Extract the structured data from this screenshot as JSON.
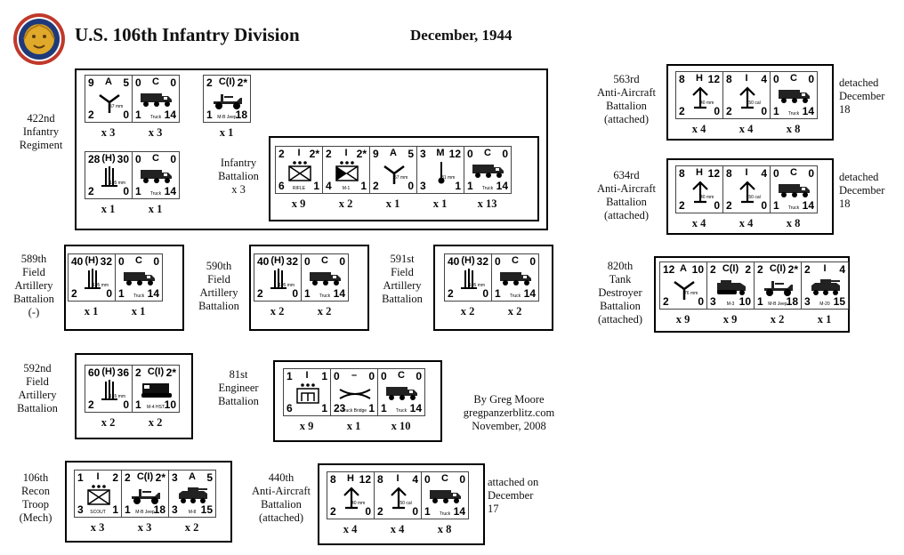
{
  "header": {
    "title": "U.S. 106th Infantry Division",
    "date": "December, 1944"
  },
  "credit": {
    "line1": "By Greg Moore",
    "line2": "gregpanzerblitz.com",
    "line3": "November, 2008"
  },
  "labels": {
    "l422": [
      "422nd",
      "Infantry",
      "Regiment"
    ],
    "linf": [
      "Infantry",
      "Battalion",
      "x 3"
    ],
    "l589": [
      "589th",
      "Field",
      "Artillery",
      "Battalion",
      "(-)"
    ],
    "l590": [
      "590th",
      "Field",
      "Artillery",
      "Battalion"
    ],
    "l591": [
      "591st",
      "Field",
      "Artillery",
      "Battalion"
    ],
    "l592": [
      "592nd",
      "Field",
      "Artillery",
      "Battalion"
    ],
    "l81": [
      "81st",
      "Engineer",
      "Battalion"
    ],
    "l106": [
      "106th",
      "Recon",
      "Troop",
      "(Mech)"
    ],
    "l440": [
      "440th",
      "Anti-Aircraft",
      "Battalion",
      "(attached)"
    ],
    "l440n": [
      "attached on",
      "December",
      "17"
    ],
    "l563": [
      "563rd",
      "Anti-Aircraft",
      "Battalion",
      "(attached)"
    ],
    "l563n": [
      "detached",
      "December",
      "18"
    ],
    "l634": [
      "634rd",
      "Anti-Aircraft",
      "Battalion",
      "(attached)"
    ],
    "l634n": [
      "detached",
      "December",
      "18"
    ],
    "l820": [
      "820th",
      "Tank",
      "Destroyer",
      "Battalion",
      "(attached)"
    ]
  },
  "groups": {
    "g422a": {
      "counters": [
        {
          "tl": "9",
          "tc": "A",
          "tr": "5",
          "bl": "2",
          "bc": "",
          "br": "0",
          "sym": "at",
          "sub": "57 mm"
        },
        {
          "tl": "0",
          "tc": "C",
          "tr": "0",
          "bl": "1",
          "bc": "Truck",
          "br": "14",
          "sym": "truck"
        }
      ],
      "qty": [
        "x 3",
        "x 3"
      ]
    },
    "g422b": {
      "counters": [
        {
          "tl": "2",
          "tc": "C(I)",
          "tr": "2*",
          "bl": "1",
          "bc": "M-B Jeep",
          "br": "18",
          "sym": "jeep"
        }
      ],
      "qty": [
        "x 1"
      ]
    },
    "g422c": {
      "counters": [
        {
          "tl": "28",
          "tc": "(H)",
          "tr": "30",
          "bl": "2",
          "bc": "",
          "br": "0",
          "sym": "how",
          "sub": "105 mm"
        },
        {
          "tl": "0",
          "tc": "C",
          "tr": "0",
          "bl": "1",
          "bc": "Truck",
          "br": "14",
          "sym": "truck"
        }
      ],
      "qty": [
        "x 1",
        "x 1"
      ]
    },
    "ginf": {
      "counters": [
        {
          "tl": "2",
          "tc": "I",
          "tr": "2*",
          "bl": "6",
          "bc": "RIFLE",
          "br": "1",
          "sym": "inf"
        },
        {
          "tl": "2",
          "tc": "I",
          "tr": "2*",
          "bl": "4",
          "bc": "M-1",
          "br": "1",
          "sym": "mg"
        },
        {
          "tl": "9",
          "tc": "A",
          "tr": "5",
          "bl": "2",
          "bc": "",
          "br": "0",
          "sym": "at",
          "sub": "57 mm"
        },
        {
          "tl": "3",
          "tc": "M",
          "tr": "12",
          "bl": "3",
          "bc": "",
          "br": "1",
          "sym": "mortar",
          "sub": "81 mm"
        },
        {
          "tl": "0",
          "tc": "C",
          "tr": "0",
          "bl": "1",
          "bc": "Truck",
          "br": "14",
          "sym": "truck"
        }
      ],
      "qty": [
        "x 9",
        "x 2",
        "x 1",
        "x 1",
        "x 13"
      ]
    },
    "g589": {
      "counters": [
        {
          "tl": "40",
          "tc": "(H)",
          "tr": "32",
          "bl": "2",
          "bc": "",
          "br": "0",
          "sym": "how",
          "sub": "105 mm"
        },
        {
          "tl": "0",
          "tc": "C",
          "tr": "0",
          "bl": "1",
          "bc": "Truck",
          "br": "14",
          "sym": "truck"
        }
      ],
      "qty": [
        "x 1",
        "x 1"
      ]
    },
    "g590": {
      "counters": [
        {
          "tl": "40",
          "tc": "(H)",
          "tr": "32",
          "bl": "2",
          "bc": "",
          "br": "0",
          "sym": "how",
          "sub": "105 mm"
        },
        {
          "tl": "0",
          "tc": "C",
          "tr": "0",
          "bl": "1",
          "bc": "Truck",
          "br": "14",
          "sym": "truck"
        }
      ],
      "qty": [
        "x 2",
        "x 2"
      ]
    },
    "g591": {
      "counters": [
        {
          "tl": "40",
          "tc": "(H)",
          "tr": "32",
          "bl": "2",
          "bc": "",
          "br": "0",
          "sym": "how",
          "sub": "105 mm"
        },
        {
          "tl": "0",
          "tc": "C",
          "tr": "0",
          "bl": "1",
          "bc": "Truck",
          "br": "14",
          "sym": "truck"
        }
      ],
      "qty": [
        "x 2",
        "x 2"
      ]
    },
    "g592": {
      "counters": [
        {
          "tl": "60",
          "tc": "(H)",
          "tr": "36",
          "bl": "2",
          "bc": "",
          "br": "0",
          "sym": "how",
          "sub": "155 mm"
        },
        {
          "tl": "2",
          "tc": "C(I)",
          "tr": "2*",
          "bl": "1",
          "bc": "M-4 HST",
          "br": "10",
          "sym": "tractor"
        }
      ],
      "qty": [
        "x 2",
        "x 2"
      ]
    },
    "g81": {
      "counters": [
        {
          "tl": "1",
          "tc": "I",
          "tr": "1",
          "bl": "6",
          "bc": "",
          "br": "1",
          "sym": "eng"
        },
        {
          "tl": "0",
          "tc": "–",
          "tr": "0",
          "bl": "23",
          "bc": "Truck Bridge",
          "br": "1",
          "sym": "bridge"
        },
        {
          "tl": "0",
          "tc": "C",
          "tr": "0",
          "bl": "1",
          "bc": "Truck",
          "br": "14",
          "sym": "truck"
        }
      ],
      "qty": [
        "x 9",
        "x 1",
        "x 10"
      ]
    },
    "g106": {
      "counters": [
        {
          "tl": "1",
          "tc": "I",
          "tr": "2",
          "bl": "3",
          "bc": "SCOUT",
          "br": "1",
          "sym": "inf"
        },
        {
          "tl": "2",
          "tc": "C(I)",
          "tr": "2*",
          "bl": "1",
          "bc": "M-B Jeep",
          "br": "18",
          "sym": "jeep"
        },
        {
          "tl": "3",
          "tc": "A",
          "tr": "5",
          "bl": "3",
          "bc": "M-8",
          "br": "15",
          "sym": "armcar"
        }
      ],
      "qty": [
        "x 3",
        "x 3",
        "x 2"
      ]
    },
    "g440": {
      "counters": [
        {
          "tl": "8",
          "tc": "H",
          "tr": "12",
          "bl": "2",
          "bc": "",
          "br": "0",
          "sym": "aa",
          "sub": "40 mm"
        },
        {
          "tl": "8",
          "tc": "I",
          "tr": "4",
          "bl": "2",
          "bc": "",
          "br": "0",
          "sym": "aa",
          "sub": ".50 cal"
        },
        {
          "tl": "0",
          "tc": "C",
          "tr": "0",
          "bl": "1",
          "bc": "Truck",
          "br": "14",
          "sym": "truck"
        }
      ],
      "qty": [
        "x 4",
        "x 4",
        "x 8"
      ]
    },
    "g563": {
      "counters": [
        {
          "tl": "8",
          "tc": "H",
          "tr": "12",
          "bl": "2",
          "bc": "",
          "br": "0",
          "sym": "aa",
          "sub": "40 mm"
        },
        {
          "tl": "8",
          "tc": "I",
          "tr": "4",
          "bl": "2",
          "bc": "",
          "br": "0",
          "sym": "aa",
          "sub": ".50 cal"
        },
        {
          "tl": "0",
          "tc": "C",
          "tr": "0",
          "bl": "1",
          "bc": "Truck",
          "br": "14",
          "sym": "truck"
        }
      ],
      "qty": [
        "x 4",
        "x 4",
        "x 8"
      ]
    },
    "g634": {
      "counters": [
        {
          "tl": "8",
          "tc": "H",
          "tr": "12",
          "bl": "2",
          "bc": "",
          "br": "0",
          "sym": "aa",
          "sub": "40 mm"
        },
        {
          "tl": "8",
          "tc": "I",
          "tr": "4",
          "bl": "2",
          "bc": "",
          "br": "0",
          "sym": "aa",
          "sub": ".50 cal"
        },
        {
          "tl": "0",
          "tc": "C",
          "tr": "0",
          "bl": "1",
          "bc": "Truck",
          "br": "14",
          "sym": "truck"
        }
      ],
      "qty": [
        "x 4",
        "x 4",
        "x 8"
      ]
    },
    "g820": {
      "counters": [
        {
          "tl": "12",
          "tc": "A",
          "tr": "10",
          "bl": "2",
          "bc": "",
          "br": "0",
          "sym": "at",
          "sub": "76 mm"
        },
        {
          "tl": "2",
          "tc": "C(I)",
          "tr": "2",
          "bl": "3",
          "bc": "M-3",
          "br": "10",
          "sym": "halftrack"
        },
        {
          "tl": "2",
          "tc": "C(I)",
          "tr": "2*",
          "bl": "1",
          "bc": "M-B Jeep",
          "br": "18",
          "sym": "jeep"
        },
        {
          "tl": "2",
          "tc": "I",
          "tr": "4",
          "bl": "3",
          "bc": "M-20",
          "br": "15",
          "sym": "armcar"
        }
      ],
      "qty": [
        "x 9",
        "x 9",
        "x 2",
        "x 1"
      ]
    }
  }
}
